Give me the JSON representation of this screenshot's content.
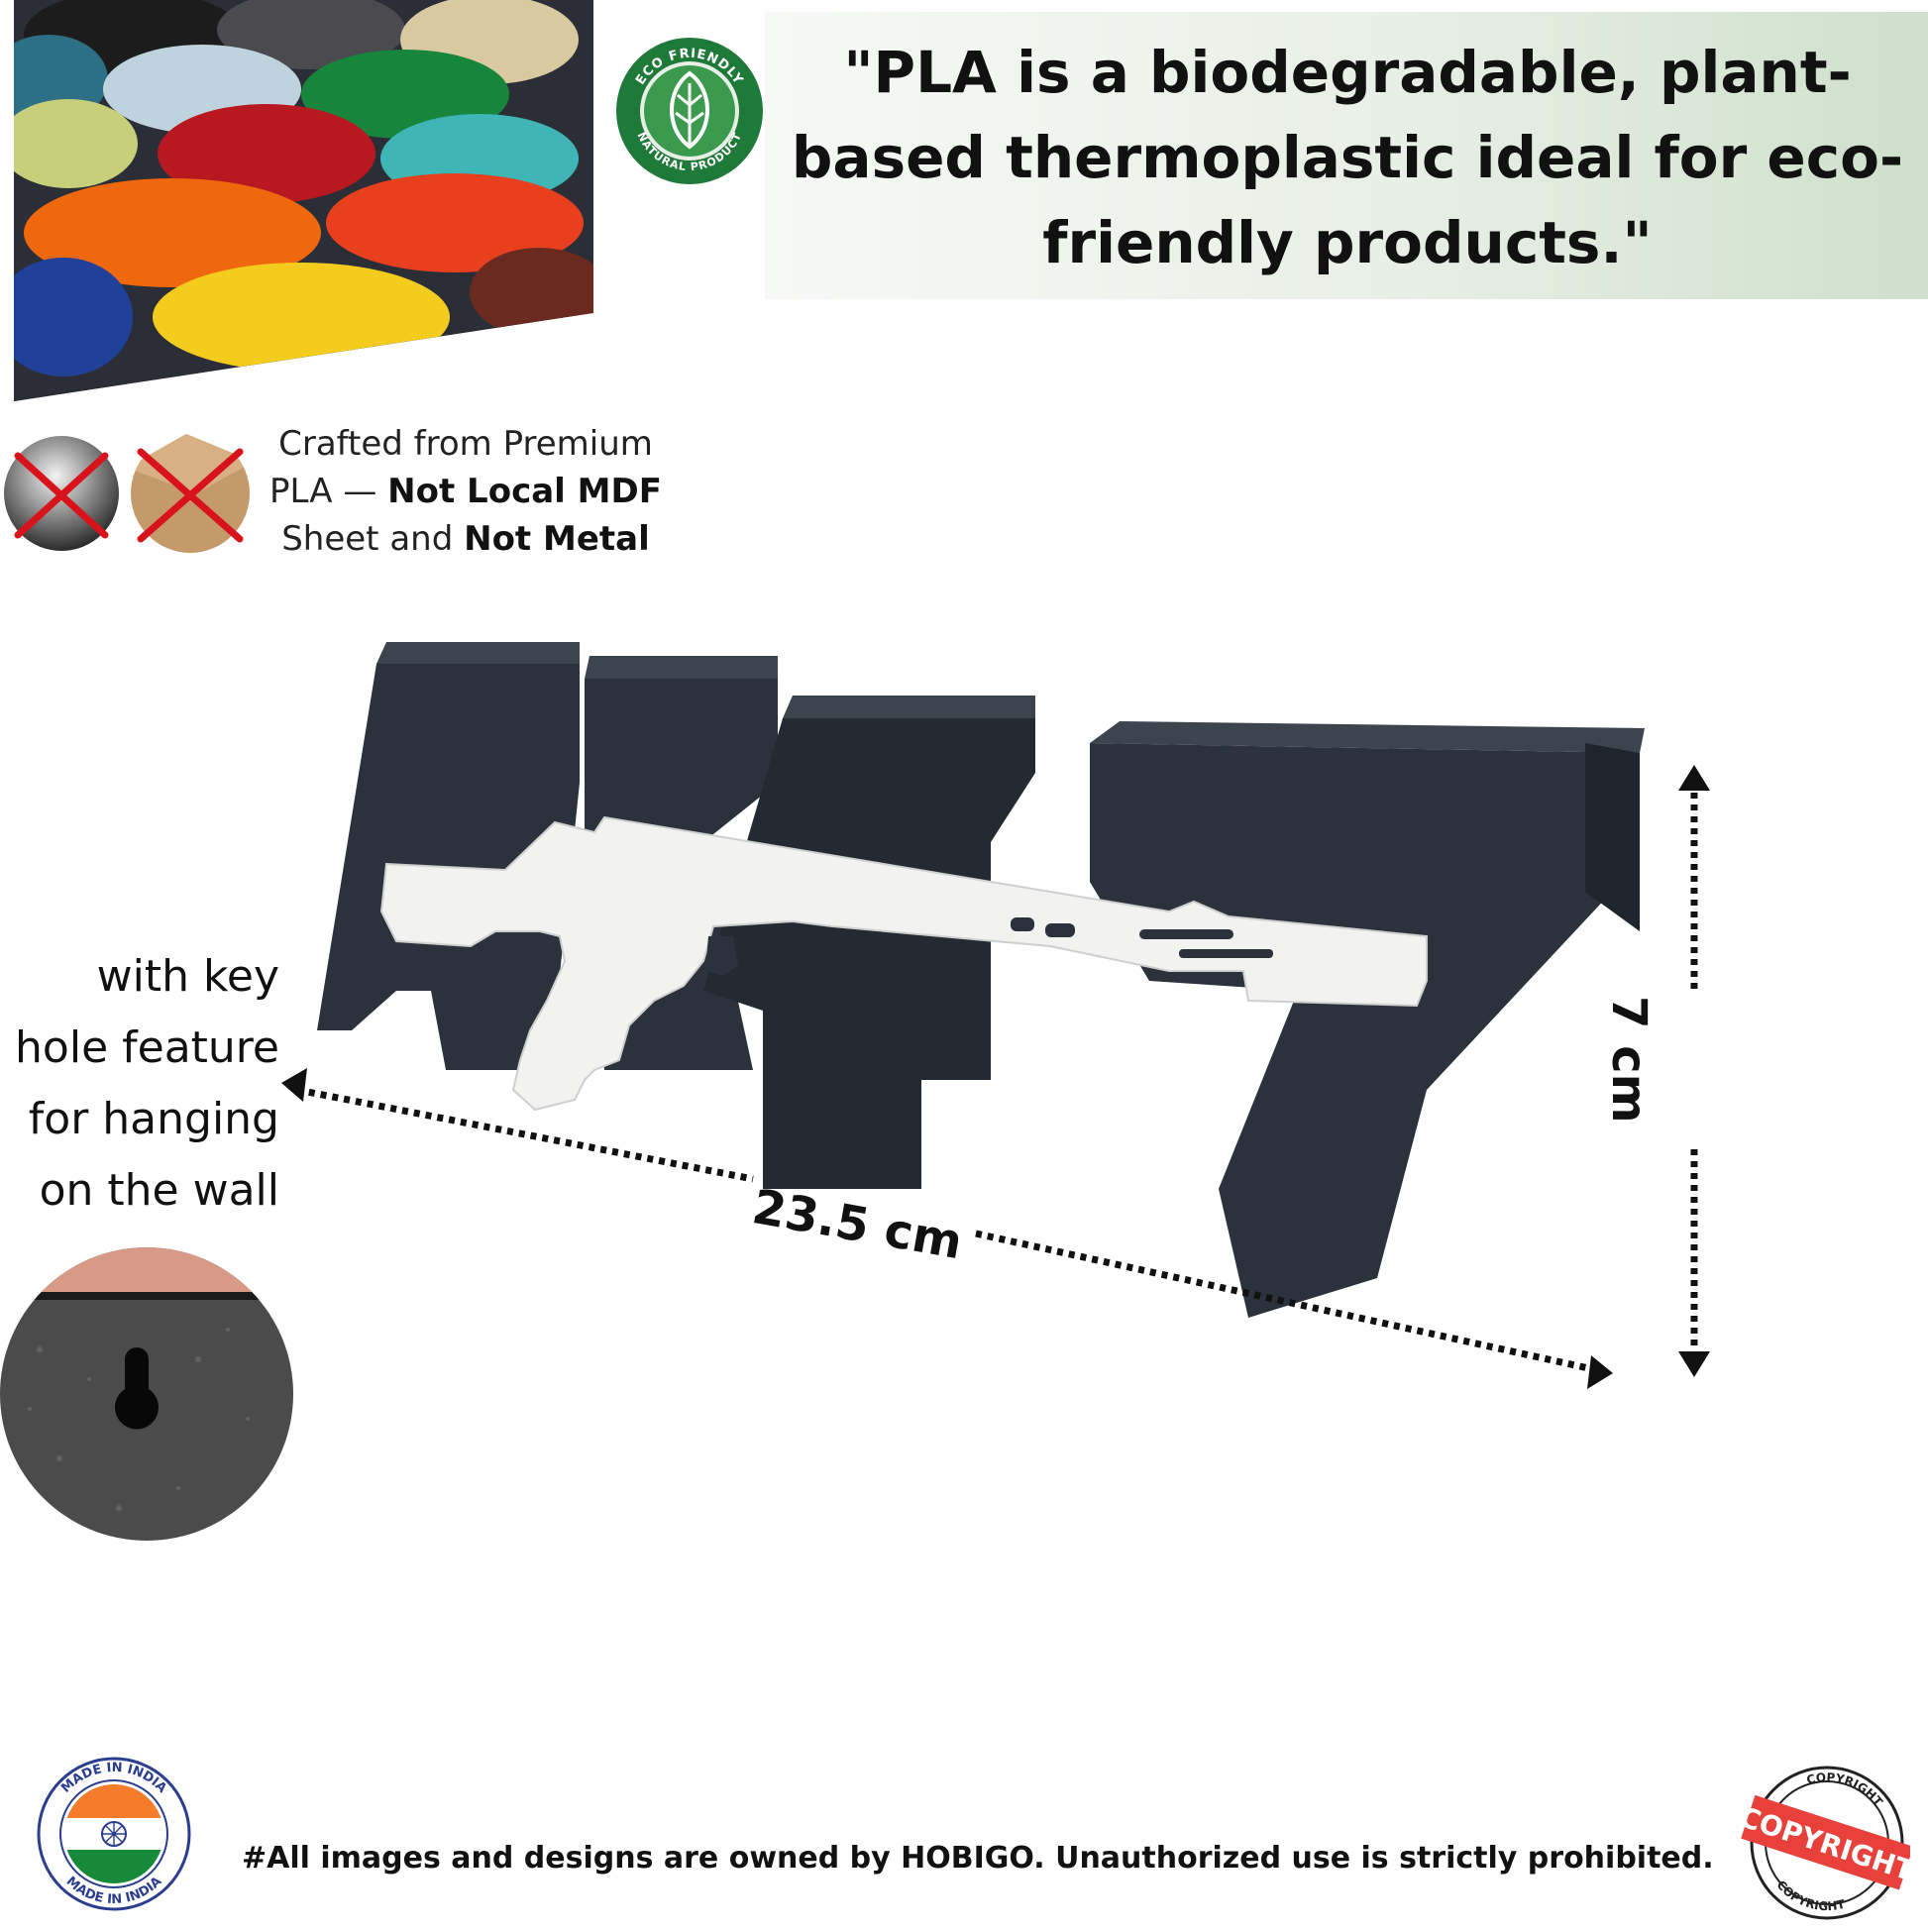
{
  "quote": "\"PLA  is a biodegradable, plant-based thermoplastic ideal for eco-friendly products.\"",
  "eco_badge": {
    "top_text": "ECO FRIENDLY",
    "bottom_text": "NATURAL PRODUCT",
    "color": "#1f7a3a"
  },
  "crafted": {
    "line1": "Crafted from Premium",
    "line2_plain": "PLA — ",
    "line2_bold": "Not Local MDF",
    "line3_plain": "Sheet and ",
    "line3_bold": "Not Metal"
  },
  "keyhole_caption": [
    "with key",
    "hole feature",
    "for hanging",
    "on the wall"
  ],
  "product": {
    "text": "AK47",
    "body_color": "#2b323b",
    "rifle_color": "#f2f2f0"
  },
  "dimensions": {
    "width": "23.5 cm",
    "height": "7 cm"
  },
  "made_in_india": {
    "top_text": "MADE IN INDIA",
    "bottom_text": "MADE IN INDIA"
  },
  "copyright_stamp": {
    "main_text": "COPYRIGHT",
    "ring_text": "COPYRIGHT",
    "color": "#e8413c"
  },
  "footer_note": "#All images and designs are owned by HOBIGO. Unauthorized use is strictly prohibited."
}
